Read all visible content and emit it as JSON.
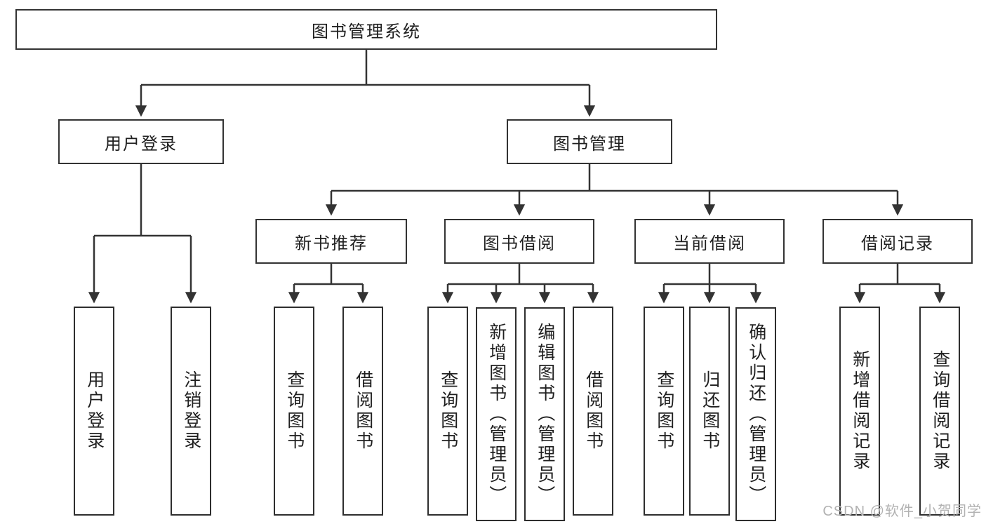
{
  "diagram": {
    "root": "图书管理系统",
    "level2": [
      "用户登录",
      "图书管理"
    ],
    "level3": [
      "新书推荐",
      "图书借阅",
      "当前借阅",
      "借阅记录"
    ],
    "leaves": {
      "user": [
        "用户登录",
        "注销登录"
      ],
      "newbook": [
        "查询图书",
        "借阅图书"
      ],
      "borrow": [
        "查询图书",
        "新增图书（管理员）",
        "编辑图书（管理员）",
        "借阅图书"
      ],
      "current": [
        "查询图书",
        "归还图书",
        "确认归还（管理员）"
      ],
      "record": [
        "新增借阅记录",
        "查询借阅记录"
      ]
    }
  },
  "watermark": "CSDN @软件_小贺同学",
  "colors": {
    "line": "#333333",
    "box_border": "#2e2e2e",
    "text": "#1f1f1f",
    "watermark": "#b2b2b2",
    "background": "#ffffff"
  }
}
